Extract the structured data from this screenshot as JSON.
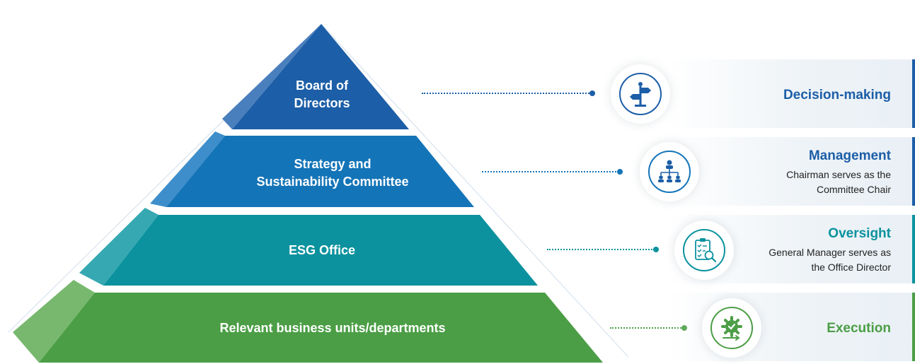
{
  "pyramid": {
    "tiers": [
      {
        "label": "Board of\nDirectors",
        "color": "#1c5ea7",
        "accent": "#4a7fbd"
      },
      {
        "label": "Strategy and\nSustainability Committee",
        "color": "#1474b8",
        "accent": "#3d8ecb"
      },
      {
        "label": "ESG Office",
        "color": "#0b929e",
        "accent": "#36a8b1"
      },
      {
        "label": "Relevant business units/departments",
        "color": "#4b9e45",
        "accent": "#77b86e"
      }
    ]
  },
  "roles": [
    {
      "title": "Decision-making",
      "desc": "",
      "icon": "signpost-icon",
      "color": "#1c5ea7"
    },
    {
      "title": "Management",
      "desc": "Chairman serves as the\nCommittee Chair",
      "icon": "org-chart-icon",
      "color": "#1c5ea7"
    },
    {
      "title": "Oversight",
      "desc": "General Manager serves as\nthe Office Director",
      "icon": "clipboard-search-icon",
      "color": "#0b929e"
    },
    {
      "title": "Execution",
      "desc": "",
      "icon": "gear-check-icon",
      "color": "#4b9e45"
    }
  ]
}
